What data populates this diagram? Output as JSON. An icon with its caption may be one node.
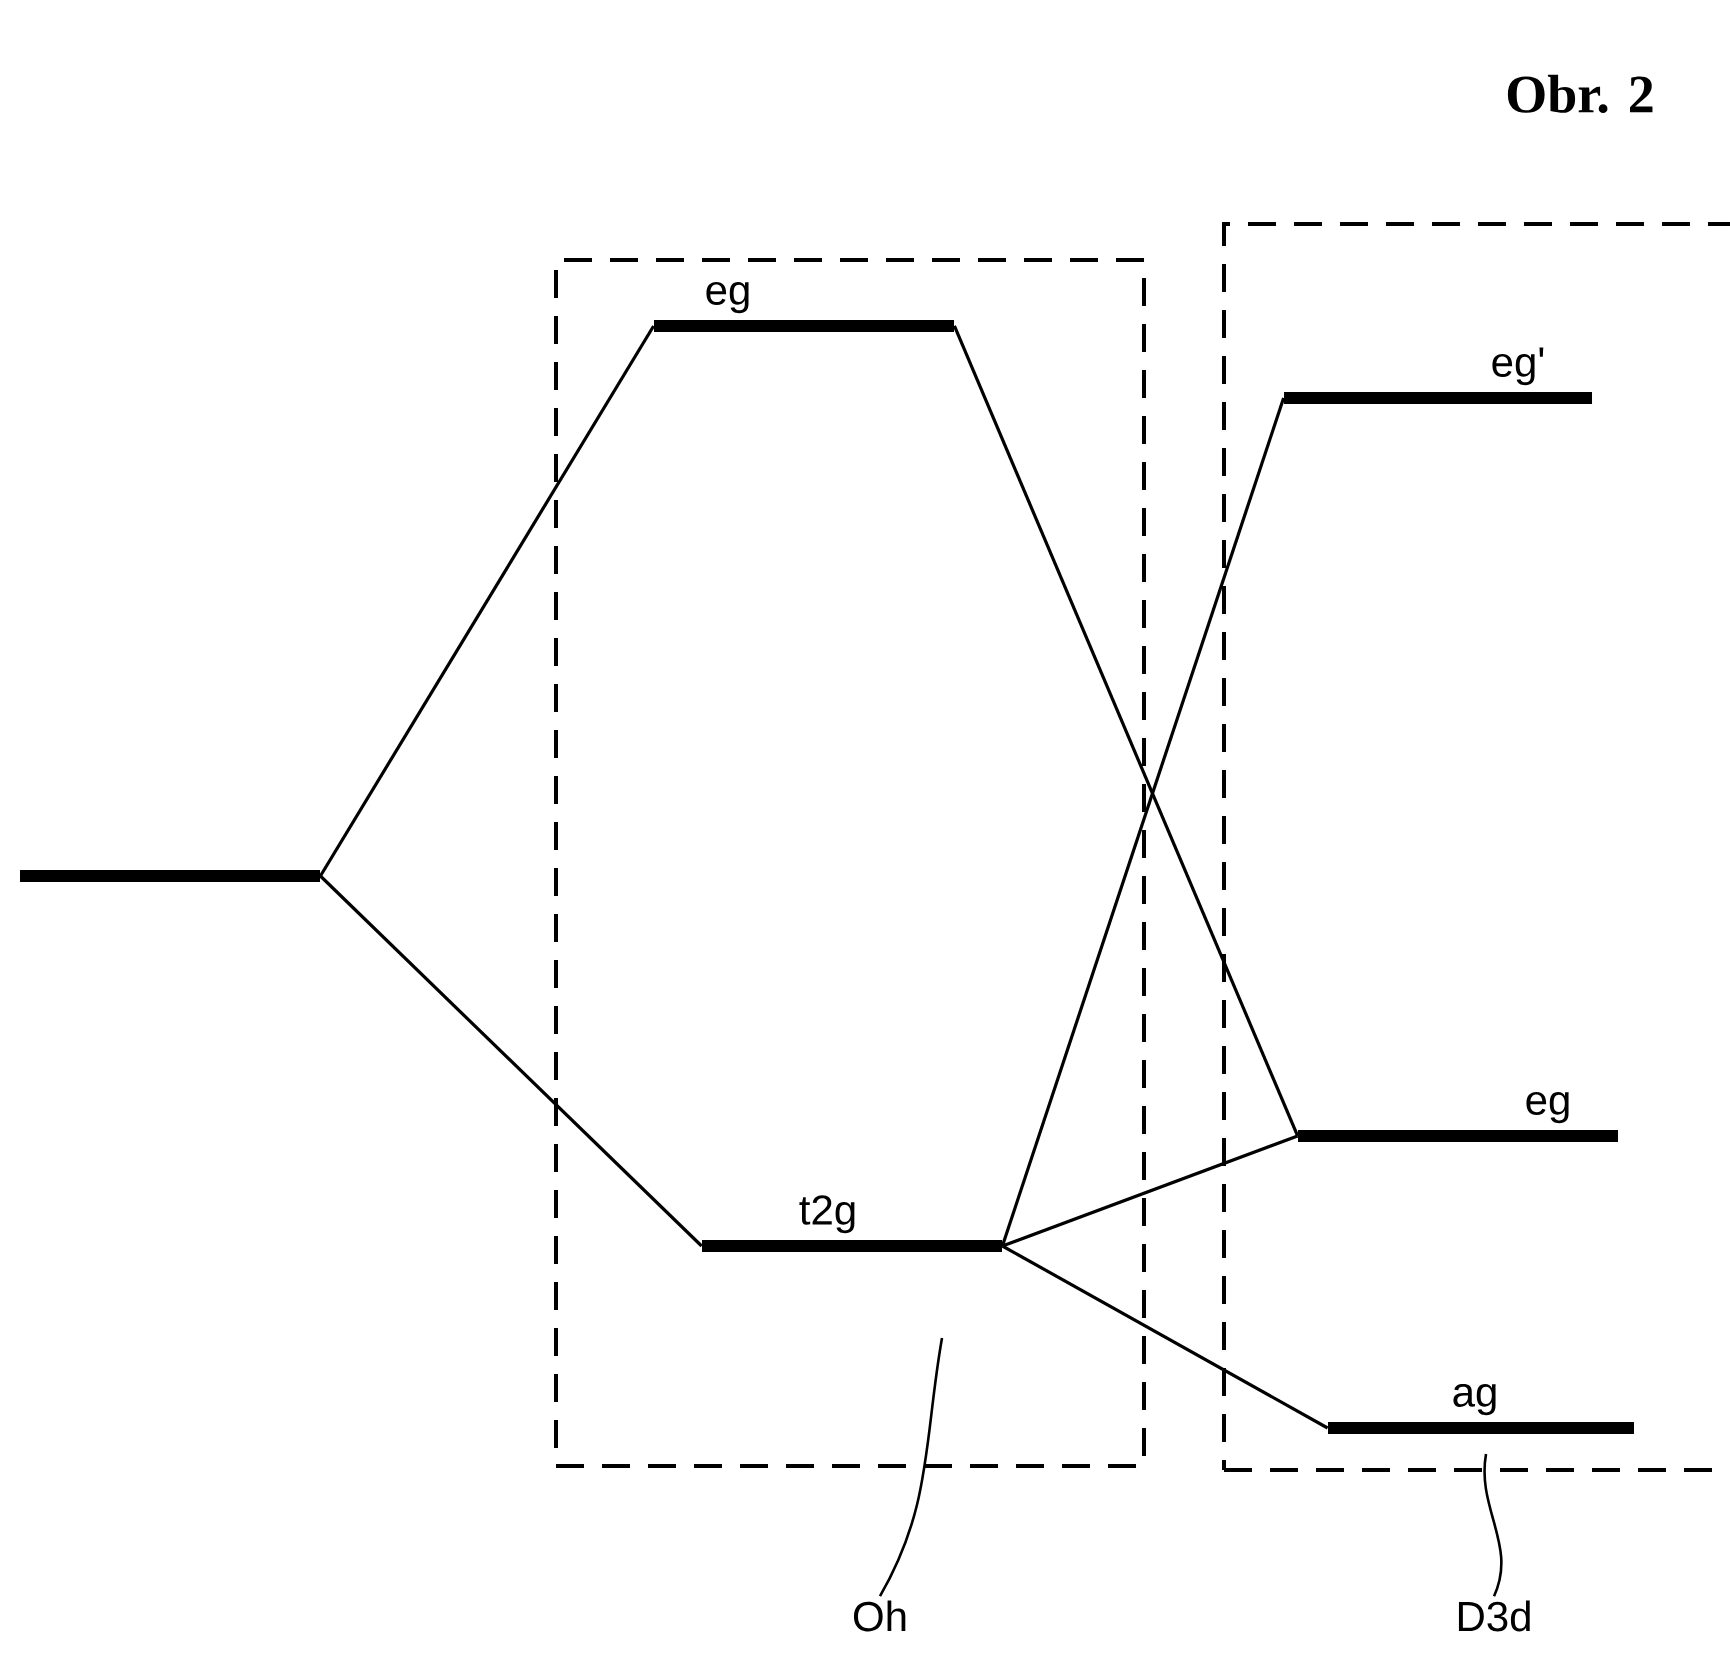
{
  "diagram": {
    "title": "Obr. 2",
    "nodes": [
      {
        "text": [],
        "shape": "box"
      },
      {
        "text": [],
        "shape": "box"
      },
      {
        "text": [],
        "shape": "bar"
      },
      {
        "text": [
          "eg"
        ],
        "in": 0
      },
      {
        "text": [
          "t2g"
        ],
        "in": 0
      },
      {
        "text": [
          "eg'"
        ],
        "in": 1
      },
      {
        "text": [
          "eg"
        ],
        "in": 1
      },
      {
        "text": [
          "ag"
        ],
        "in": 1
      },
      {
        "text": [
          "Oh"
        ]
      },
      {
        "text": [
          "D3d"
        ]
      }
    ],
    "edges": [
      {
        "from": 2,
        "to": 3,
        "arrow": "none"
      },
      {
        "from": 2,
        "to": 4,
        "arrow": "none"
      },
      {
        "from": 3,
        "to": 6,
        "arrow": "none"
      },
      {
        "from": 4,
        "to": 5,
        "arrow": "none"
      },
      {
        "from": 4,
        "to": 6,
        "arrow": "none"
      },
      {
        "from": 4,
        "to": 7,
        "arrow": "none"
      },
      {
        "from": 8,
        "to": 0,
        "arrow": "none"
      },
      {
        "from": 9,
        "to": 1,
        "arrow": "none"
      }
    ]
  }
}
